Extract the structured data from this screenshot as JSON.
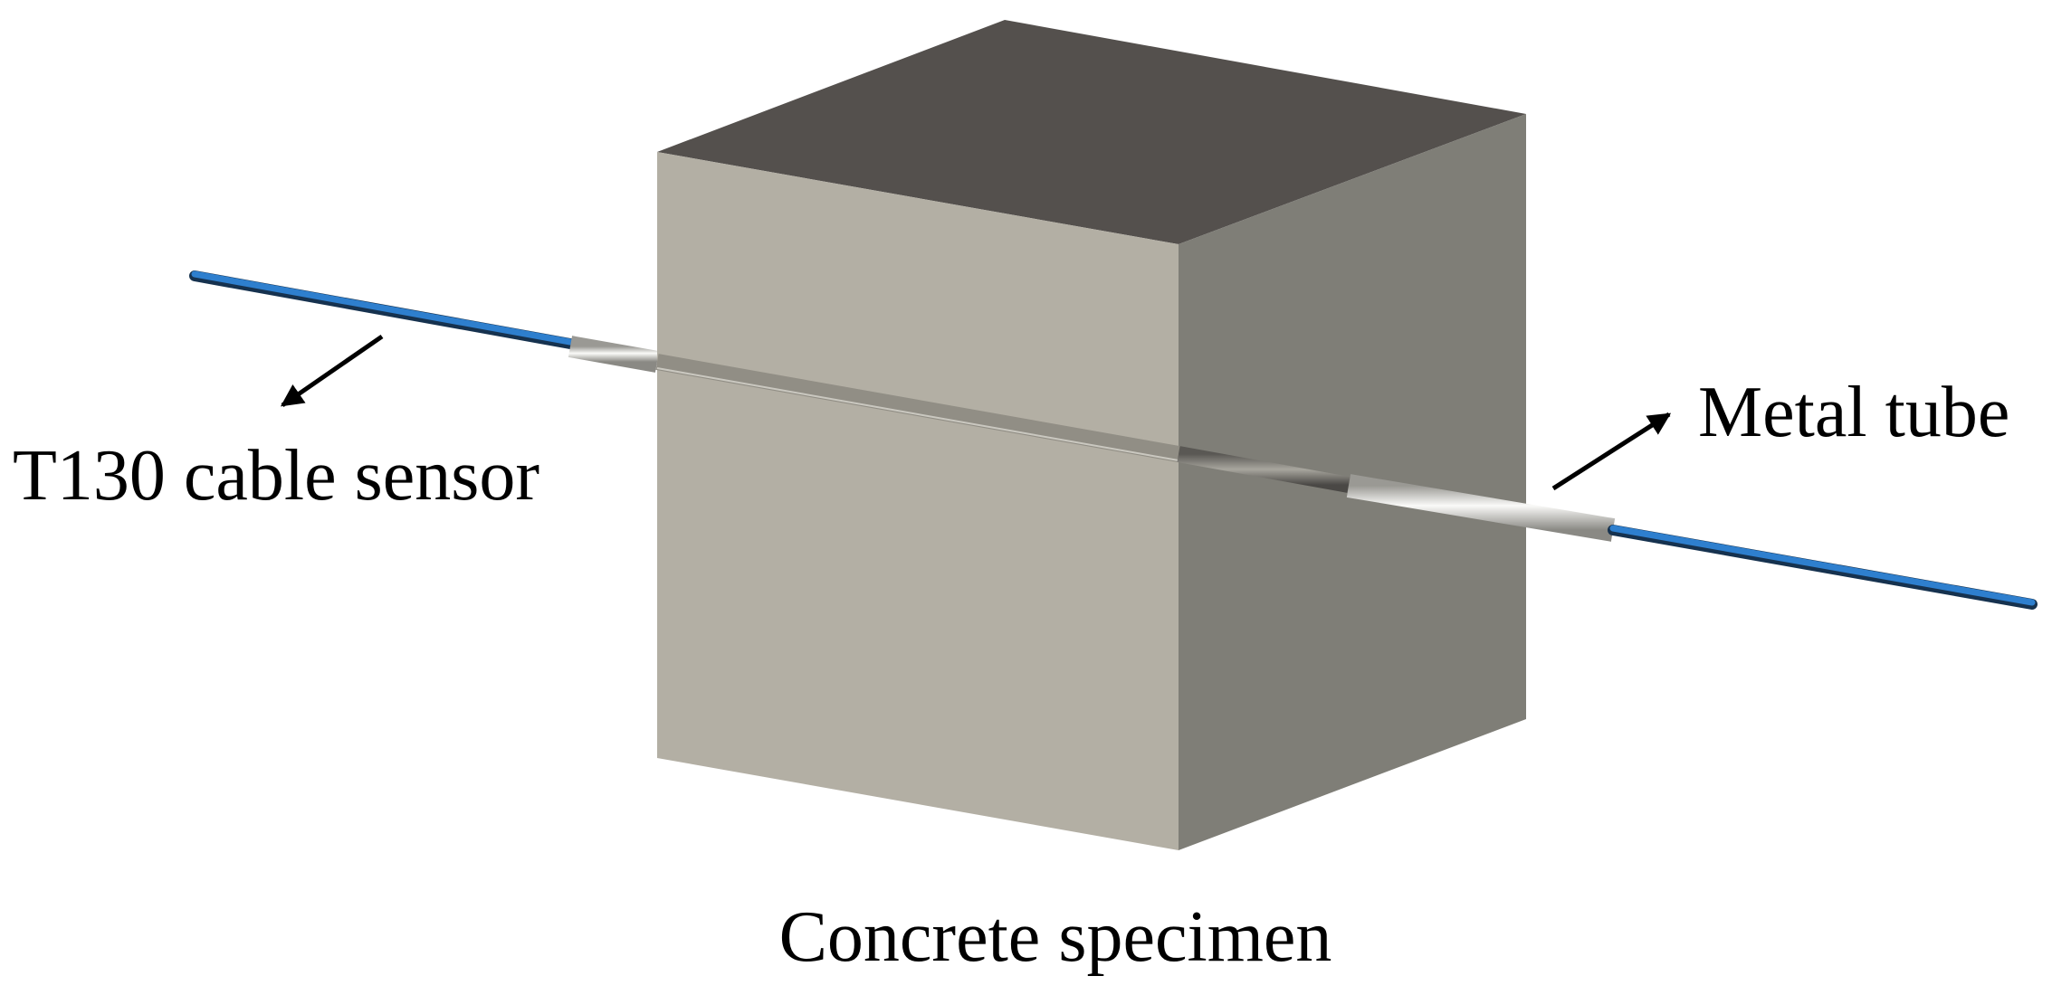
{
  "labels": {
    "cable_sensor": "T130 cable sensor",
    "metal_tube": "Metal tube",
    "concrete_specimen": "Concrete specimen"
  },
  "colors": {
    "background": "#ffffff",
    "cube_top": "#54504d",
    "cube_front": "#b3afa4",
    "cube_side": "#7f7e77",
    "cable_blue": "#2e7fce",
    "cable_dark": "#16324f",
    "tube_light": "#f4f4f2",
    "tube_dark": "#6d6c66",
    "arrow": "#000000"
  },
  "icons": {
    "cable": "fiber-optic-cable",
    "tube": "metal-tube",
    "cube": "concrete-cube",
    "arrow": "pointer-arrow"
  }
}
